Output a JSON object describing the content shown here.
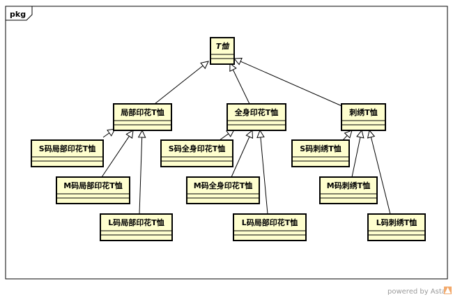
{
  "package": {
    "label": "pkg"
  },
  "footer": {
    "text": "powered by Astah",
    "logo_icon": "astah-logo-icon"
  },
  "colors": {
    "class_fill": "#fefece",
    "class_border": "#000000",
    "line": "#000000",
    "background": "#ffffff"
  },
  "classes": [
    {
      "id": "root",
      "name": "T恤",
      "italic": true
    },
    {
      "id": "partial",
      "name": "局部印花T恤"
    },
    {
      "id": "full",
      "name": "全身印花T恤"
    },
    {
      "id": "embroid",
      "name": "刺绣T恤"
    },
    {
      "id": "s_partial",
      "name": "S码局部印花T恤"
    },
    {
      "id": "m_partial",
      "name": "M码局部印花T恤"
    },
    {
      "id": "l_partial",
      "name": "L码局部印花T恤"
    },
    {
      "id": "s_full",
      "name": "S码全身印花T恤"
    },
    {
      "id": "m_full",
      "name": "M码全身印花T恤"
    },
    {
      "id": "l_full",
      "name": "L码局部印花T恤"
    },
    {
      "id": "s_embroid",
      "name": "S码刺绣T恤"
    },
    {
      "id": "m_embroid",
      "name": "M码刺绣T恤"
    },
    {
      "id": "l_embroid",
      "name": "L码刺绣T恤"
    }
  ],
  "generalizations": [
    {
      "child": "partial",
      "parent": "root"
    },
    {
      "child": "full",
      "parent": "root"
    },
    {
      "child": "embroid",
      "parent": "root"
    },
    {
      "child": "s_partial",
      "parent": "partial"
    },
    {
      "child": "m_partial",
      "parent": "partial"
    },
    {
      "child": "l_partial",
      "parent": "partial"
    },
    {
      "child": "s_full",
      "parent": "full"
    },
    {
      "child": "m_full",
      "parent": "full"
    },
    {
      "child": "l_full",
      "parent": "full"
    },
    {
      "child": "s_embroid",
      "parent": "embroid"
    },
    {
      "child": "m_embroid",
      "parent": "embroid"
    },
    {
      "child": "l_embroid",
      "parent": "embroid"
    }
  ]
}
